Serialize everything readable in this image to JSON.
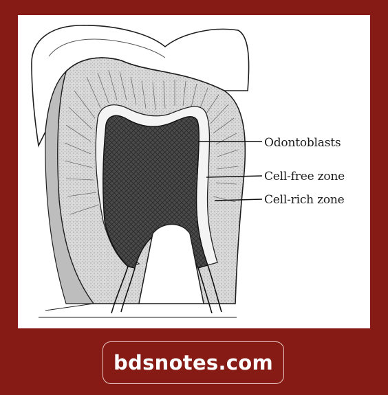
{
  "diagram": {
    "labels": [
      "Odontoblasts",
      "Cell-free zone",
      "Cell-rich zone"
    ]
  },
  "footer": {
    "brand_text": "bdsnotes.com"
  },
  "colors": {
    "background": "#861a14",
    "panel": "#ffffff",
    "ink": "#1b1b1b"
  }
}
